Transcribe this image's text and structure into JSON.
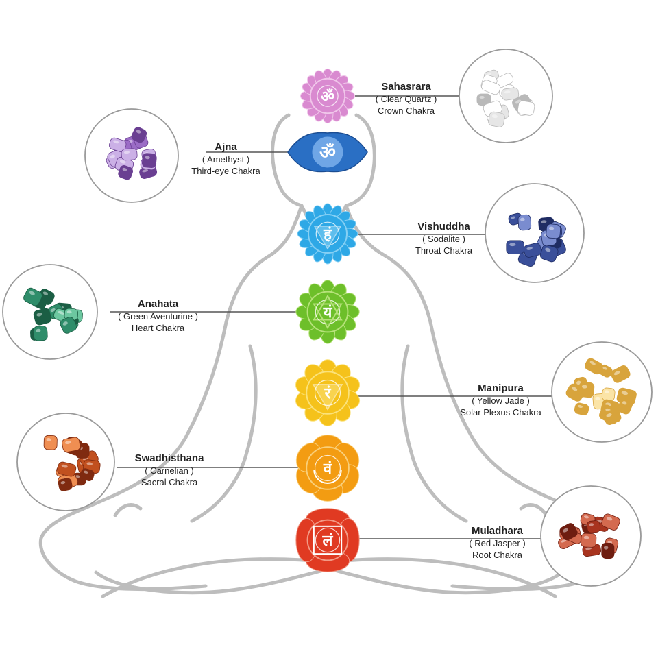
{
  "chakras": [
    {
      "id": "sahasrara",
      "name": "Sahasrara",
      "stone": "( Clear Quartz )",
      "desc": "Crown Chakra",
      "color": "#d98ad0",
      "accent": "#f0c6ea",
      "petals": 16,
      "symbol": "ॐ"
    },
    {
      "id": "ajna",
      "name": "Ajna",
      "stone": "( Amethyst )",
      "desc": "Third-eye Chakra",
      "color": "#2a6fc4",
      "accent": "#6fa6e6",
      "petals": 2,
      "symbol": "ॐ"
    },
    {
      "id": "vishuddha",
      "name": "Vishuddha",
      "stone": "( Sodalite )",
      "desc": "Throat Chakra",
      "color": "#2ea8e6",
      "accent": "#86d0f4",
      "petals": 16,
      "symbol": "हं"
    },
    {
      "id": "anahata",
      "name": "Anahata",
      "stone": "( Green Aventurine )",
      "desc": "Heart Chakra",
      "color": "#6dbf2a",
      "accent": "#b6e27a",
      "petals": 12,
      "symbol": "यं"
    },
    {
      "id": "manipura",
      "name": "Manipura",
      "stone": "( Yellow Jade )",
      "desc": "Solar Plexus Chakra",
      "color": "#f5c21b",
      "accent": "#fbe27a",
      "petals": 10,
      "symbol": "रं"
    },
    {
      "id": "swadhisthana",
      "name": "Swadhisthana",
      "stone": "( Carnelian )",
      "desc": "Sacral Chakra",
      "color": "#f39c12",
      "accent": "#f9cf7a",
      "petals": 6,
      "symbol": "वं"
    },
    {
      "id": "muladhara",
      "name": "Muladhara",
      "stone": "( Red Jasper )",
      "desc": "Root Chakra",
      "color": "#e03a22",
      "accent": "#f29a86",
      "petals": 4,
      "symbol": "लं"
    }
  ],
  "stones": {
    "sahasrara": {
      "base": "#e6e6e6",
      "light": "#ffffff",
      "dark": "#b9b9b9"
    },
    "ajna": {
      "base": "#9b6cc6",
      "light": "#cbb0e6",
      "dark": "#6a3f92"
    },
    "vishuddha": {
      "base": "#3a4f9a",
      "light": "#7a8ccf",
      "dark": "#1f2c63"
    },
    "anahata": {
      "base": "#2f8d6a",
      "light": "#6cc7a0",
      "dark": "#1b5e44"
    },
    "manipura": {
      "base": "#f1c66a",
      "light": "#fbe4a6",
      "dark": "#d8a43c"
    },
    "swadhisthana": {
      "base": "#c1501f",
      "light": "#ef8e52",
      "dark": "#7f2a10"
    },
    "muladhara": {
      "base": "#a8341f",
      "light": "#d46a4f",
      "dark": "#6e1d10"
    }
  },
  "outline_color": "#bdbdbd",
  "line_color": "#555555"
}
